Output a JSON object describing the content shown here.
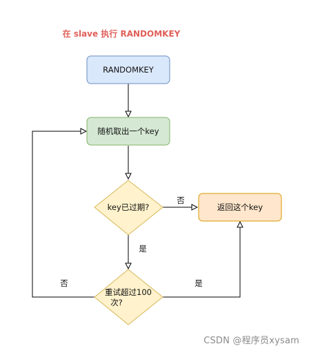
{
  "title": "在 slave 执行 RANDOMKEY",
  "nodes": {
    "start": {
      "label": "RANDOMKEY",
      "fill": "#dae8fc",
      "stroke": "#6c8ebf"
    },
    "pick": {
      "label": "随机取出一个key",
      "fill": "#d5e8d4",
      "stroke": "#82b366"
    },
    "expired": {
      "label": "key已过期?",
      "fill": "#fff2cc",
      "stroke": "#d6b656"
    },
    "return": {
      "label": "返回这个key",
      "fill": "#ffe6cc",
      "stroke": "#d79b00"
    },
    "retry": {
      "label_line1": "重试超过100",
      "label_line2": "次?",
      "fill": "#fff2cc",
      "stroke": "#d6b656"
    }
  },
  "edges": {
    "expired_no": "否",
    "expired_yes": "是",
    "retry_no": "否",
    "retry_yes": "是"
  },
  "colors": {
    "title": "#e0605a",
    "line": "#000000"
  },
  "watermark": "CSDN @程序员xysam"
}
